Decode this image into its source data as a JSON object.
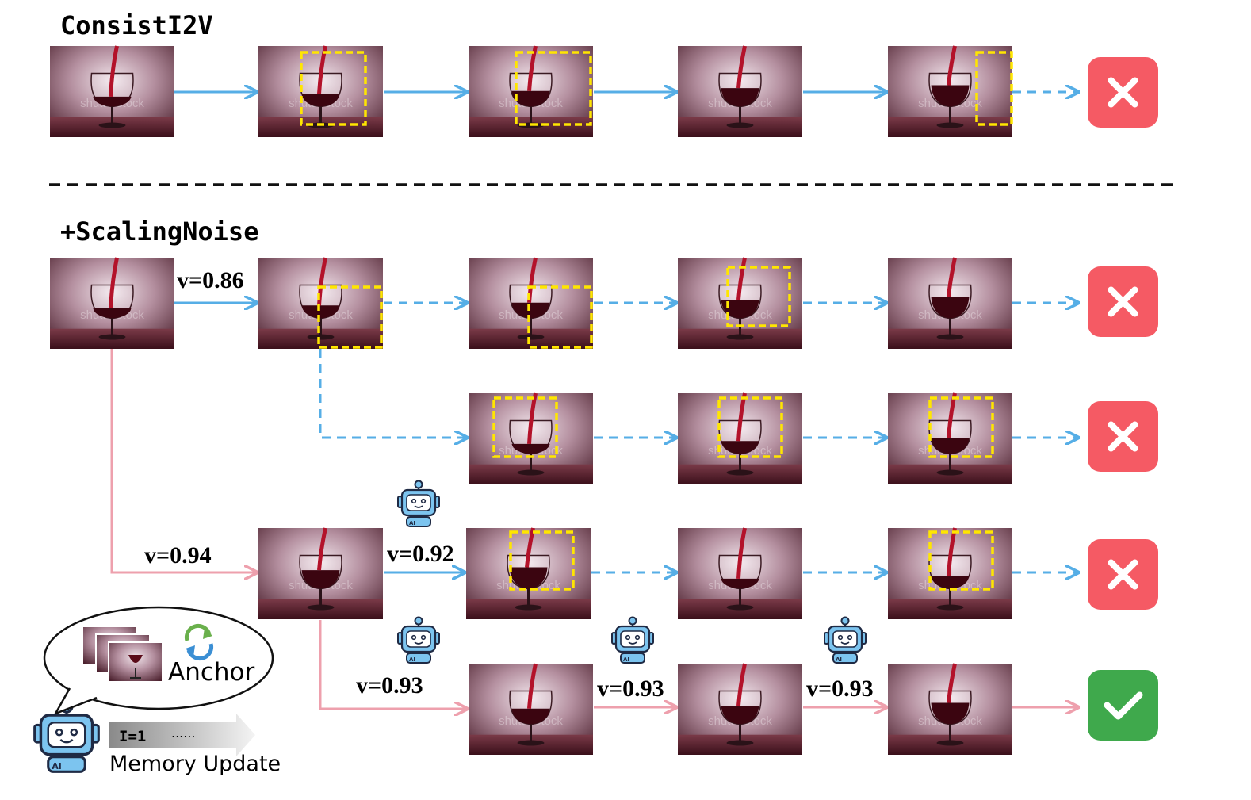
{
  "sections": {
    "baseline_title": "ConsistI2V",
    "method_title": "+ScalingNoise"
  },
  "scores": {
    "s1": "v=0.86",
    "s2": "v=0.94",
    "s3": "v=0.92",
    "s4": "v=0.93",
    "s5": "v=0.93",
    "s6": "v=0.93"
  },
  "legend": {
    "anchor_label": "Anchor",
    "memory_label": "Memory Update",
    "iter_label": "I=1",
    "ellipsis": "......",
    "agent_badge": "AI"
  },
  "watermark": "shutterstock",
  "colors": {
    "blue_arrow": "#56aee6",
    "pink_arrow": "#eea0ad",
    "fail": "#f55a64",
    "success": "#3fa94c",
    "highlight_box": "#ffe600",
    "robot_blue": "#7cc4ef"
  }
}
